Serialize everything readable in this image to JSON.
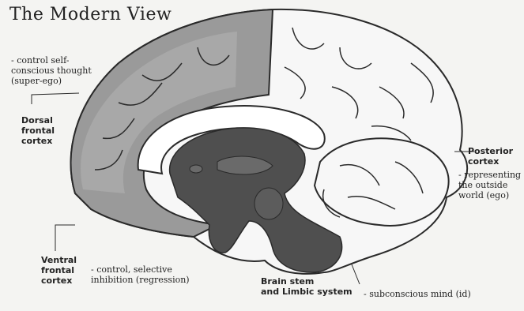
{
  "title": "The Modern View",
  "labels": {
    "superego_desc": "- control self-\nconscious thought\n(super-ego)",
    "dorsal": "Dorsal\nfrontal\ncortex",
    "ventral": "Ventral\nfrontal\ncortex",
    "ventral_desc": "- control, selective\ninhibition (regression)",
    "brainstem": "Brain stem\nand Limbic system",
    "id_desc": "- subconscious mind (id)",
    "posterior": "Posterior\ncortex",
    "posterior_desc": "- representing\nthe outside\nworld (ego)"
  },
  "colors": {
    "background": "#f4f4f2",
    "frontal_gray": "#9a9a9a",
    "deep_dark": "#4f4f4f",
    "posterior_light": "#f7f7f7",
    "outline": "#2a2a2a"
  }
}
